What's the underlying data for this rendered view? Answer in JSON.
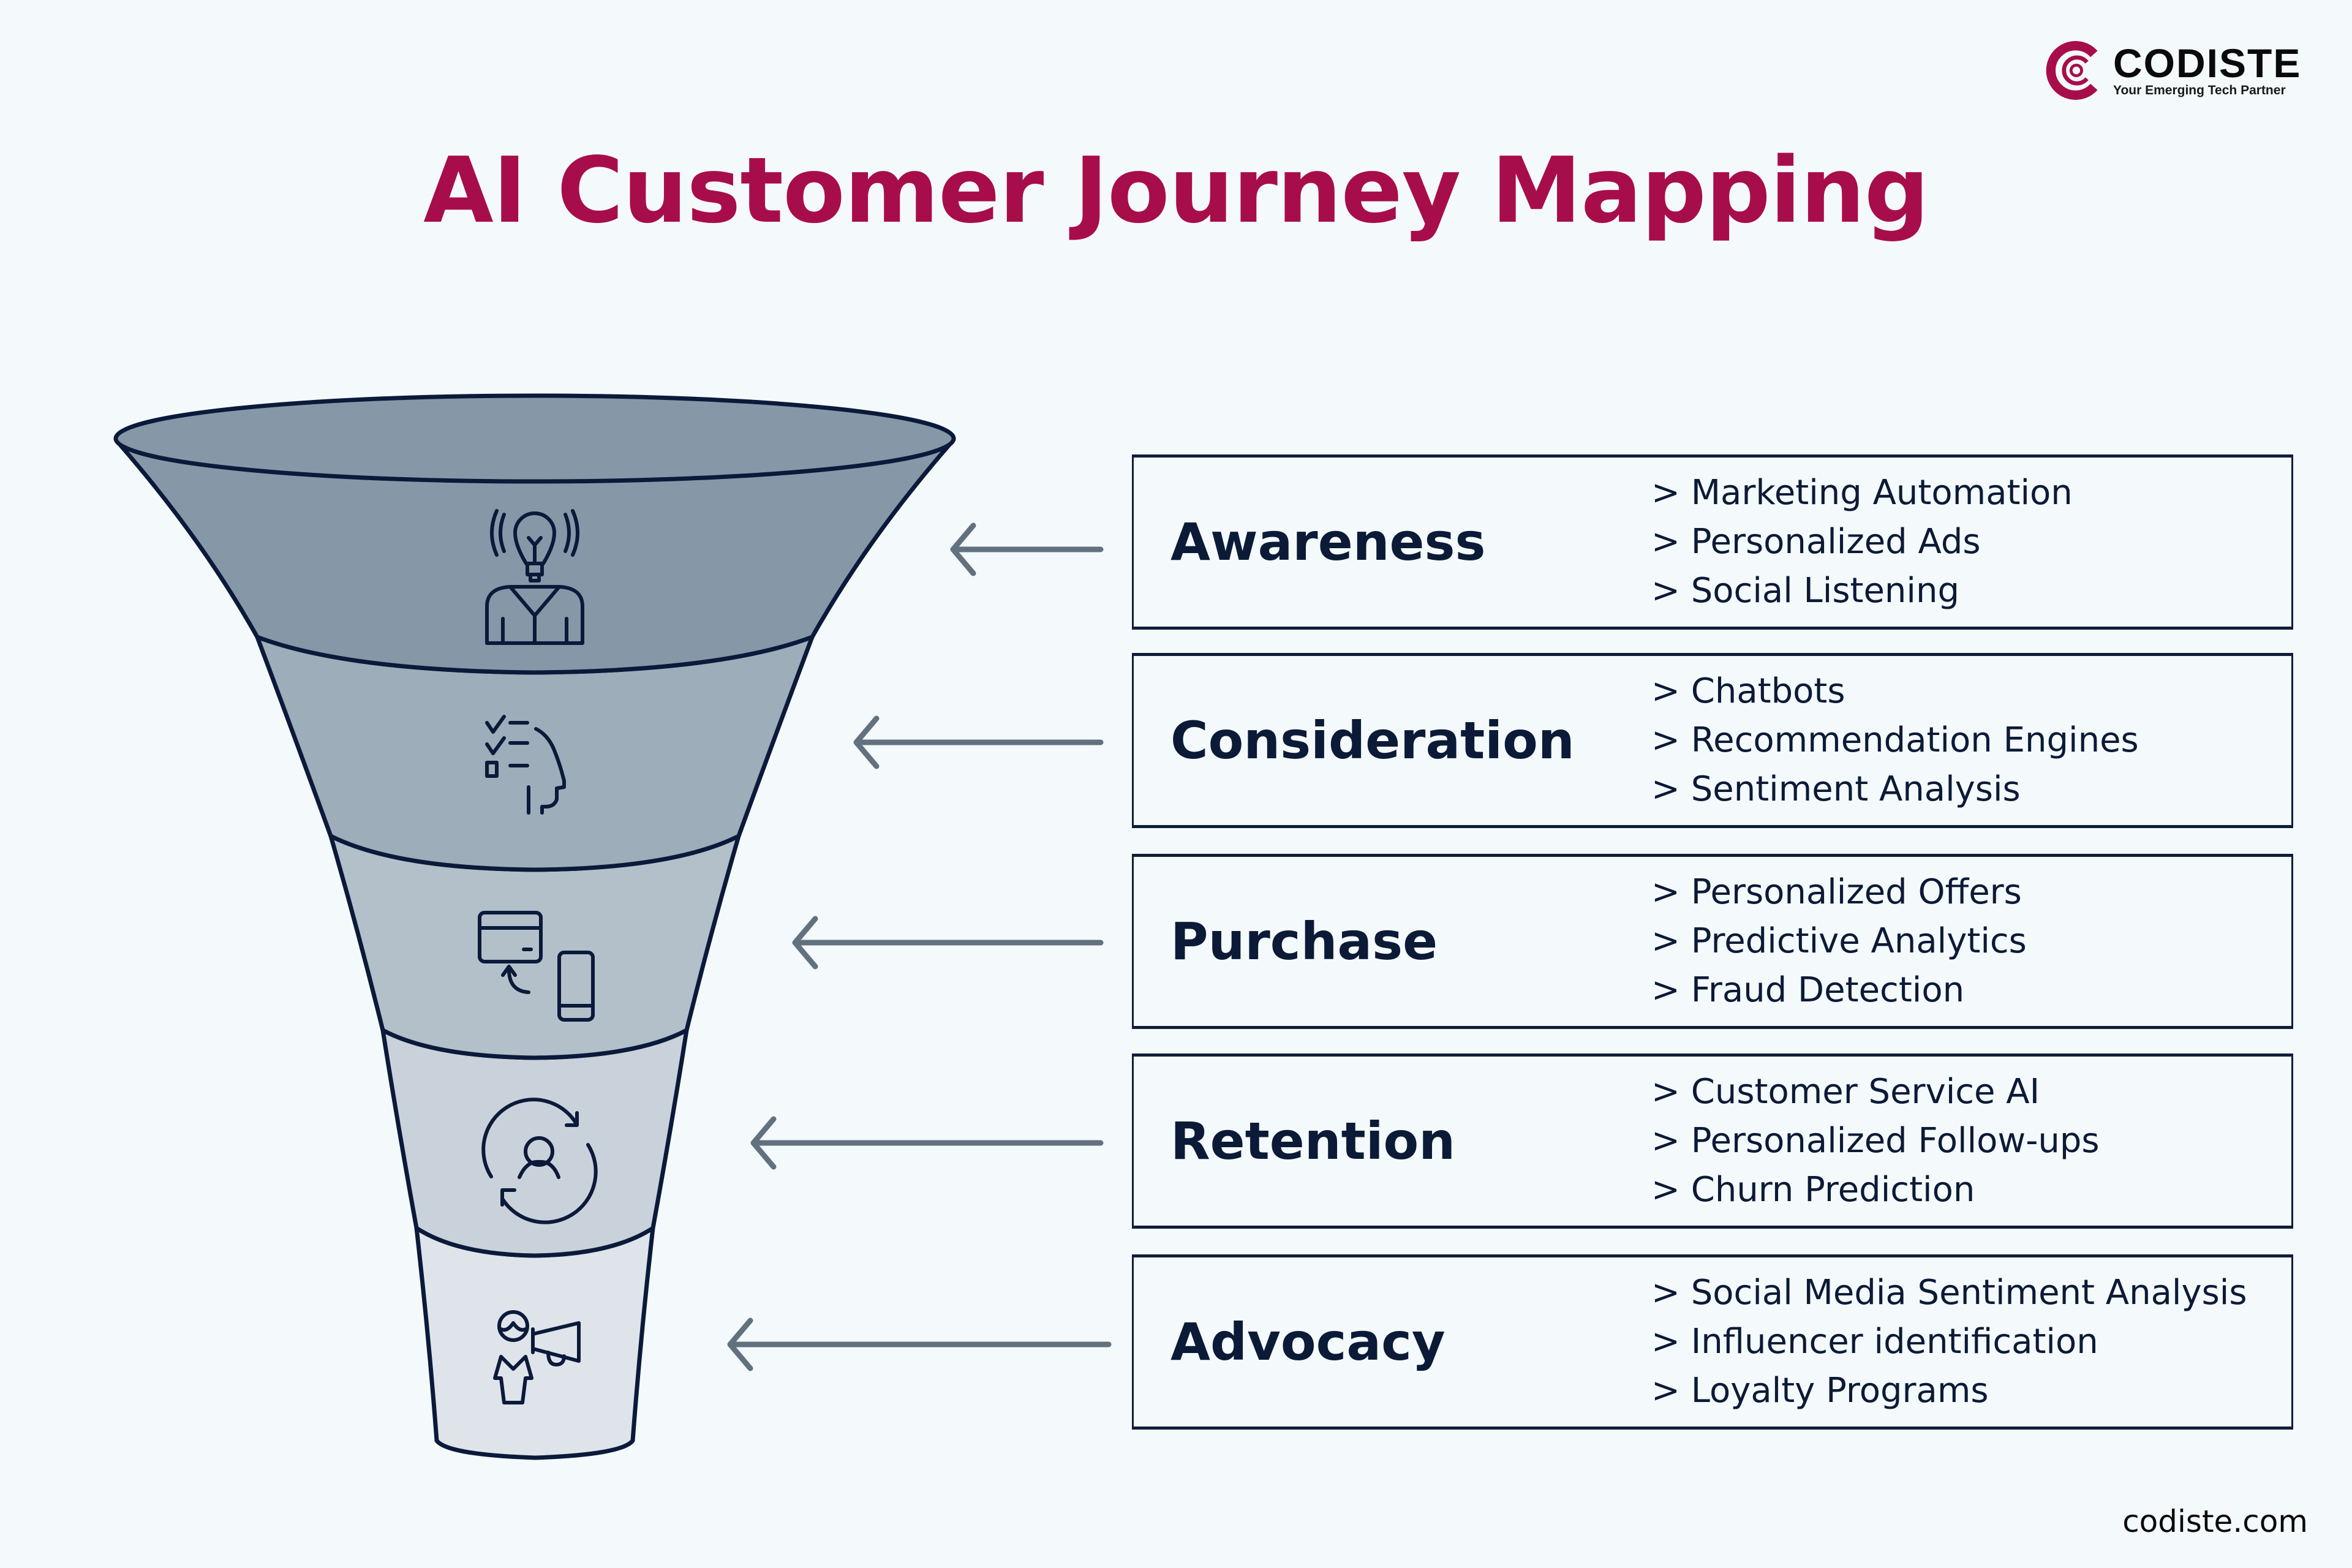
{
  "brand": {
    "name": "CODISTE",
    "tagline": "Your Emerging Tech Partner",
    "website": "codiste.com",
    "accent_color": "#A80D4B"
  },
  "title": "AI Customer Journey Mapping",
  "colors": {
    "title": "#A80D4B",
    "outline": "#0B1A3A",
    "arrow": "#627180",
    "background": "#F4F9FC",
    "bands": [
      "#8698A7",
      "#9DADB9",
      "#B3C0CA",
      "#C9D2DA",
      "#DEE4EA"
    ]
  },
  "stages": [
    {
      "name": "Awareness",
      "icon": "lightbulb-person-icon",
      "items": [
        "> Marketing Automation",
        "> Personalized Ads",
        "> Social Listening"
      ]
    },
    {
      "name": "Consideration",
      "icon": "checklist-head-icon",
      "items": [
        "> Chatbots",
        "> Recommendation Engines",
        "> Sentiment Analysis"
      ]
    },
    {
      "name": "Purchase",
      "icon": "card-to-phone-payment-icon",
      "items": [
        "> Personalized Offers",
        "> Predictive Analytics",
        "> Fraud Detection"
      ]
    },
    {
      "name": "Retention",
      "icon": "user-refresh-cycle-icon",
      "items": [
        "> Customer Service AI",
        "> Personalized Follow-ups",
        "> Churn Prediction"
      ]
    },
    {
      "name": "Advocacy",
      "icon": "person-megaphone-icon",
      "items": [
        "> Social Media Sentiment Analysis",
        "> Influencer identification",
        "> Loyalty Programs"
      ]
    }
  ]
}
